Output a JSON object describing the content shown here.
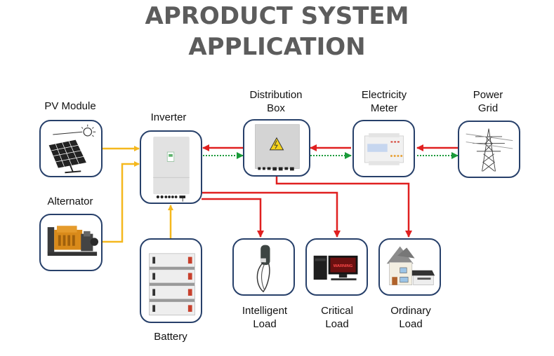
{
  "title": {
    "line1": "APRODUCT SYSTEM",
    "line2": "APPLICATION"
  },
  "nodes": {
    "pv_module": {
      "label": "PV Module",
      "icon": "solar-panel-icon"
    },
    "alternator": {
      "label": "Alternator",
      "icon": "generator-icon"
    },
    "inverter": {
      "label": "Inverter",
      "icon": "inverter-icon"
    },
    "battery": {
      "label": "Battery",
      "icon": "battery-stack-icon"
    },
    "distribution_box": {
      "label_line1": "Distribution",
      "label_line2": "Box",
      "icon": "distribution-box-icon"
    },
    "electricity_meter": {
      "label_line1": "Electricity",
      "label_line2": "Meter",
      "icon": "electricity-meter-icon"
    },
    "power_grid": {
      "label_line1": "Power",
      "label_line2": "Grid",
      "icon": "transmission-tower-icon"
    },
    "intelligent_load": {
      "label_line1": "Intelligent",
      "label_line2": "Load",
      "icon": "ev-charger-icon"
    },
    "critical_load": {
      "label_line1": "Critical",
      "label_line2": "Load",
      "icon": "computer-icon",
      "screen_text": "WARNING"
    },
    "ordinary_load": {
      "label_line1": "Ordinary",
      "label_line2": "Load",
      "icon": "house-icon"
    }
  },
  "connections": [
    {
      "from": "pv_module",
      "to": "inverter",
      "type": "dc-power",
      "style": "solid",
      "color": "#f5b81e"
    },
    {
      "from": "alternator",
      "to": "inverter",
      "type": "dc-power",
      "style": "solid",
      "color": "#f5b81e"
    },
    {
      "from": "battery",
      "to": "inverter",
      "type": "dc-power",
      "style": "solid",
      "color": "#f5b81e"
    },
    {
      "from": "distribution_box",
      "to": "inverter",
      "type": "ac-power",
      "style": "solid",
      "color": "#e02020"
    },
    {
      "from": "inverter",
      "to": "distribution_box",
      "type": "communication",
      "style": "dotted",
      "color": "#1a9a3a"
    },
    {
      "from": "electricity_meter",
      "to": "distribution_box",
      "type": "ac-power",
      "style": "solid",
      "color": "#e02020"
    },
    {
      "from": "distribution_box",
      "to": "electricity_meter",
      "type": "communication",
      "style": "dotted",
      "color": "#1a9a3a"
    },
    {
      "from": "power_grid",
      "to": "electricity_meter",
      "type": "ac-power",
      "style": "solid",
      "color": "#e02020"
    },
    {
      "from": "electricity_meter",
      "to": "power_grid",
      "type": "communication",
      "style": "dotted",
      "color": "#1a9a3a"
    },
    {
      "from": "inverter",
      "to": "intelligent_load",
      "type": "ac-power",
      "style": "solid",
      "color": "#e02020"
    },
    {
      "from": "inverter",
      "to": "critical_load",
      "type": "ac-power",
      "style": "solid",
      "color": "#e02020"
    },
    {
      "from": "distribution_box",
      "to": "ordinary_load",
      "type": "ac-power",
      "style": "solid",
      "color": "#e02020"
    }
  ],
  "colors": {
    "node_border": "#27406a",
    "title": "#5c5c5c",
    "dc_line": "#f5b81e",
    "ac_line": "#e02020",
    "comm_line": "#1a9a3a"
  }
}
